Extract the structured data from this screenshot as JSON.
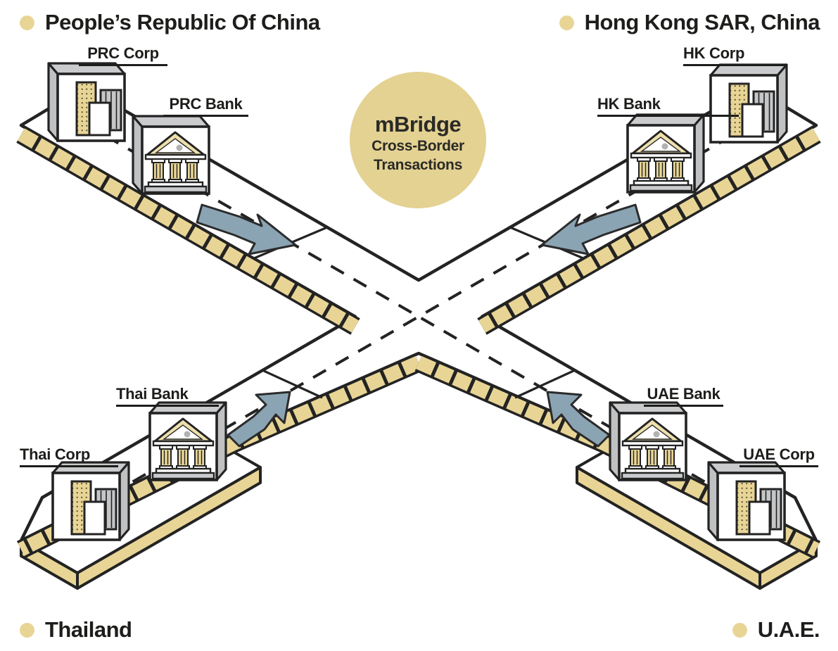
{
  "diagram_title": "mBridge Cross-Border Transactions",
  "center_circle": {
    "title": "mBridge",
    "subtitle_line1": "Cross-Border",
    "subtitle_line2": "Transactions"
  },
  "regions": {
    "top_left": {
      "title": "People’s Republic Of China",
      "corp_label": "PRC Corp",
      "bank_label": "PRC Bank"
    },
    "top_right": {
      "title": "Hong Kong SAR, China",
      "corp_label": "HK Corp",
      "bank_label": "HK Bank"
    },
    "bottom_left": {
      "title": "Thailand",
      "corp_label": "Thai Corp",
      "bank_label": "Thai Bank"
    },
    "bottom_right": {
      "title": "U.A.E.",
      "corp_label": "UAE Corp",
      "bank_label": "UAE Bank"
    }
  },
  "icons": {
    "bank": "bank-columns-icon",
    "corp": "office-buildings-icon",
    "bullet": "region-bullet-dot",
    "arrow": "transaction-flow-arrow"
  },
  "colors": {
    "tan": "#e4d293",
    "brick": "#e8d596",
    "arrow_blue": "#8ba4b3",
    "outline": "#232323",
    "cube_gray": "#c9cbcd",
    "cube_side": "#bfc1c3",
    "text": "#1d1d1b"
  }
}
